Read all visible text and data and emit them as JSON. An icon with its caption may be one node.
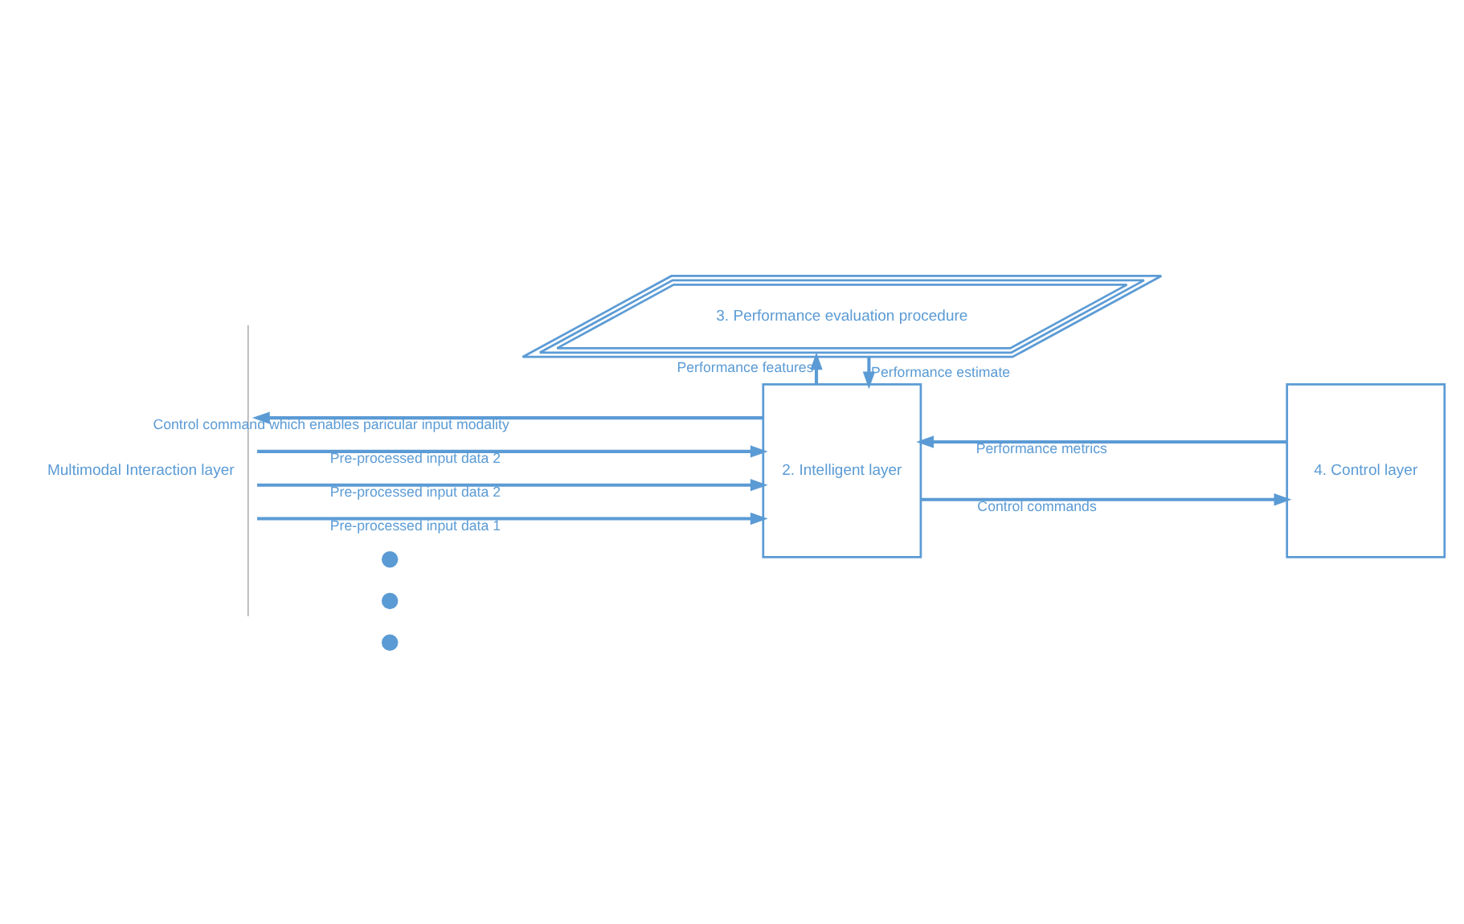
{
  "diagram": {
    "nodes": [
      {
        "text": [
          "Multimodal Interaction layer"
        ]
      },
      {
        "text": [
          "2. Intelligent layer"
        ]
      },
      {
        "text": [
          "4. Control layer"
        ]
      },
      {
        "text": [
          "3. Performance evaluation procedure"
        ]
      },
      {
        "text": [],
        "shape": "circle"
      },
      {
        "text": [],
        "shape": "circle"
      },
      {
        "text": [],
        "shape": "circle"
      }
    ],
    "edges": [
      {
        "from": 1,
        "to": 0,
        "arrow": "to",
        "label": "Control command which enables paricular input modality"
      },
      {
        "from": 0,
        "to": 1,
        "arrow": "to",
        "label": "Pre-processed input data 1"
      },
      {
        "from": 0,
        "to": 1,
        "arrow": "to",
        "label": "Pre-processed input data 2"
      },
      {
        "from": 0,
        "to": 1,
        "arrow": "to",
        "label": "Pre-processed input data 2"
      },
      {
        "from": 1,
        "to": 2,
        "arrow": "to",
        "label": "Control commands"
      },
      {
        "from": 2,
        "to": 1,
        "arrow": "to",
        "label": "Performance metrics"
      },
      {
        "from": 3,
        "to": 1,
        "arrow": "to",
        "label": "Performance estimate"
      },
      {
        "from": 1,
        "to": 3,
        "arrow": "to",
        "label": "Performance features"
      }
    ]
  }
}
